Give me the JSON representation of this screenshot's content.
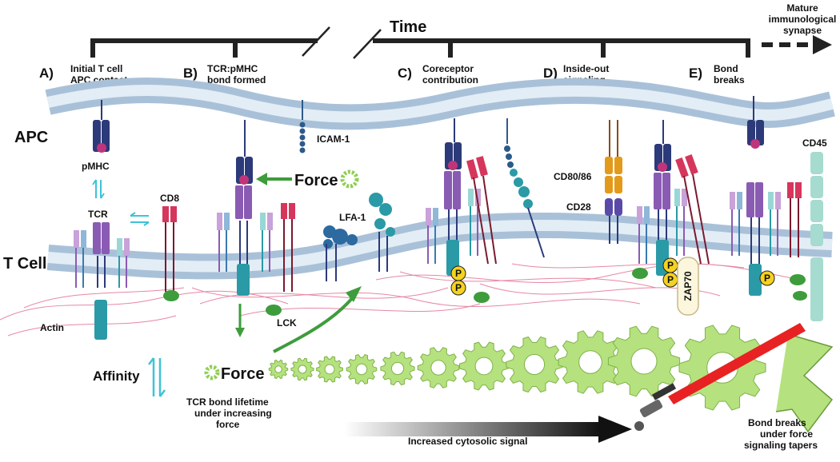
{
  "title": "Time",
  "future": [
    "Mature",
    "immunological",
    "synapse"
  ],
  "stages": [
    {
      "letter": "A)",
      "lines": [
        "Initial T cell",
        "APC contact"
      ]
    },
    {
      "letter": "B)",
      "lines": [
        "TCR:pMHC",
        "bond formed"
      ]
    },
    {
      "letter": "C)",
      "lines": [
        "Coreceptor",
        "contribution"
      ]
    },
    {
      "letter": "D)",
      "lines": [
        "Inside-out",
        "signaling"
      ]
    },
    {
      "letter": "E)",
      "lines": [
        "Bond",
        "breaks"
      ]
    }
  ],
  "cells": {
    "apc": "APC",
    "tcell": "T Cell"
  },
  "molecules": {
    "pmhc": "pMHC",
    "tcr": "TCR",
    "cd8": "CD8",
    "icam1": "ICAM-1",
    "lfa1": "LFA-1",
    "cd80": "CD80/86",
    "cd28": "CD28",
    "cd45": "CD45",
    "lck": "LCK",
    "zap70": "ZAP70",
    "actin": "Actin",
    "p": "P"
  },
  "force_label": "Force",
  "affinity_label": "Affinity",
  "lifetime_caption": [
    "TCR bond lifetime",
    "under increasing",
    "force"
  ],
  "signal_label": "Increased cytosolic signal",
  "break_caption": [
    "Bond breaks",
    "under force",
    "signaling tapers"
  ],
  "colors": {
    "membrane": "#c5d6e6",
    "membrane_light": "#e3edf6",
    "navy": "#2c3a7a",
    "purple": "#8a5bb3",
    "teal": "#2a9aa6",
    "pink": "#d6365c",
    "gear": "#b5e27e",
    "arrow_green": "#3e9c3c",
    "cyan": "#3fc3d6",
    "actin": "#e06a8c",
    "p_yellow": "#f5d21e",
    "sword_red": "#e82222"
  }
}
